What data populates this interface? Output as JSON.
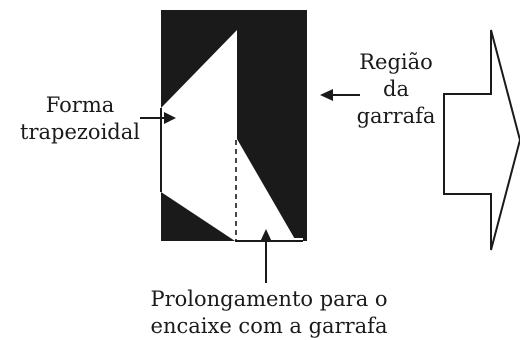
{
  "labels": {
    "forma_trapezoidal": [
      "Forma",
      "trapezoidal"
    ],
    "regiao_da_garrafa": [
      "Região",
      "da",
      "garrafa"
    ],
    "prolongamento": [
      "Prolongamento para o",
      "encaixe com a garrafa"
    ]
  },
  "colors": {
    "ink": "#1a1a1a",
    "background": "#ffffff"
  }
}
